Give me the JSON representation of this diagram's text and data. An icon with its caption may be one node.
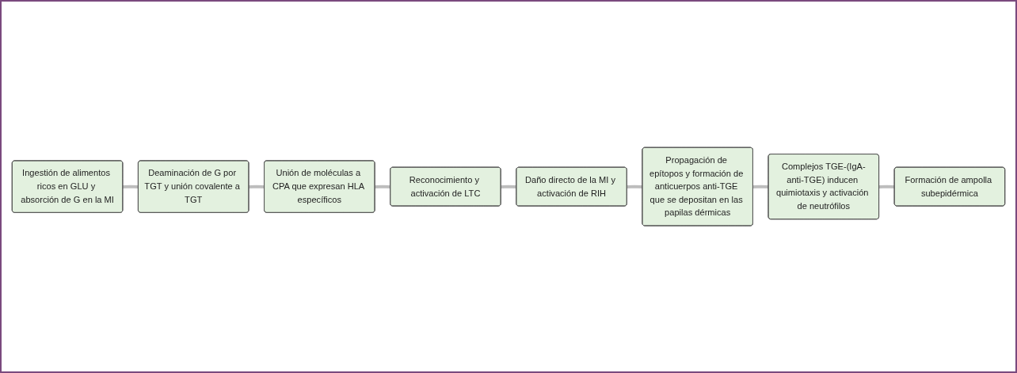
{
  "diagram": {
    "nodes": [
      {
        "text": [
          "Ingestión de alimentos ricos en GLU y absorción de G en la MI"
        ]
      },
      {
        "text": [
          "Deaminación de G por TGT y unión covalente a TGT"
        ]
      },
      {
        "text": [
          "Unión de moléculas a CPA que expresan HLA específicos"
        ]
      },
      {
        "text": [
          "Reconocimiento y activación de LTC"
        ]
      },
      {
        "text": [
          "Daño directo de la MI y activación de RIH"
        ]
      },
      {
        "text": [
          "Propagación de epítopos y formación de anticuerpos anti-TGE que se depositan en las papilas dérmicas"
        ]
      },
      {
        "text": [
          "Complejos TGE-(IgA-anti-TGE) inducen quimiotaxis y activación de neutrófilos"
        ]
      },
      {
        "text": [
          "Formación de ampolla subepidérmica"
        ]
      }
    ],
    "edges": [
      {
        "from": 0,
        "to": 1,
        "arrow": "none"
      },
      {
        "from": 1,
        "to": 2,
        "arrow": "none"
      },
      {
        "from": 2,
        "to": 3,
        "arrow": "none"
      },
      {
        "from": 3,
        "to": 4,
        "arrow": "none"
      },
      {
        "from": 4,
        "to": 5,
        "arrow": "none"
      },
      {
        "from": 5,
        "to": 6,
        "arrow": "none"
      },
      {
        "from": 6,
        "to": 7,
        "arrow": "none"
      }
    ]
  }
}
